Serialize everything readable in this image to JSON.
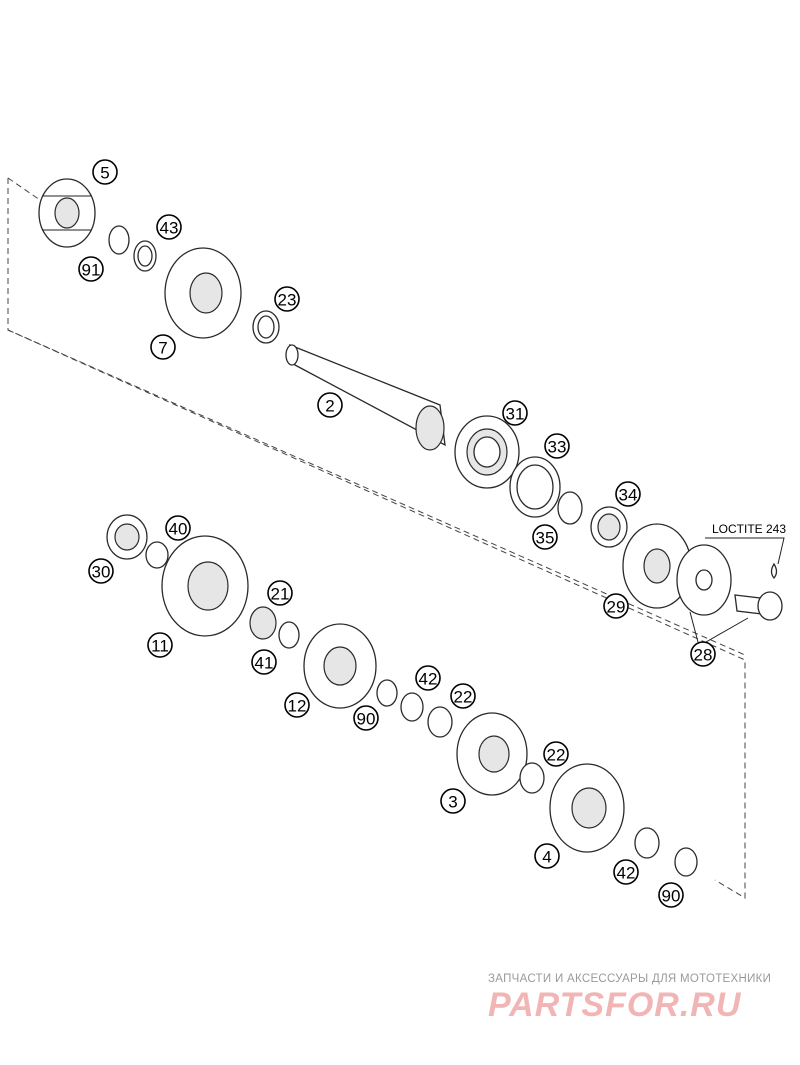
{
  "diagram": {
    "note_loctite": "LOCTITE 243",
    "callouts": [
      "5",
      "91",
      "43",
      "7",
      "23",
      "2",
      "31",
      "33",
      "35",
      "34",
      "29",
      "28",
      "30",
      "40",
      "11",
      "21",
      "41",
      "12",
      "90",
      "42",
      "22",
      "3",
      "22",
      "4",
      "42",
      "90"
    ]
  },
  "watermark": {
    "caption": "ЗАПЧАСТИ И АКСЕССУАРЫ ДЛЯ МОТОТЕХНИКИ",
    "logo_text": "PARTSFOR.RU"
  },
  "colors": {
    "line": "#2a2a2a",
    "watermark_logo": "#f2b5b5",
    "watermark_caption": "#9a9a9a"
  }
}
